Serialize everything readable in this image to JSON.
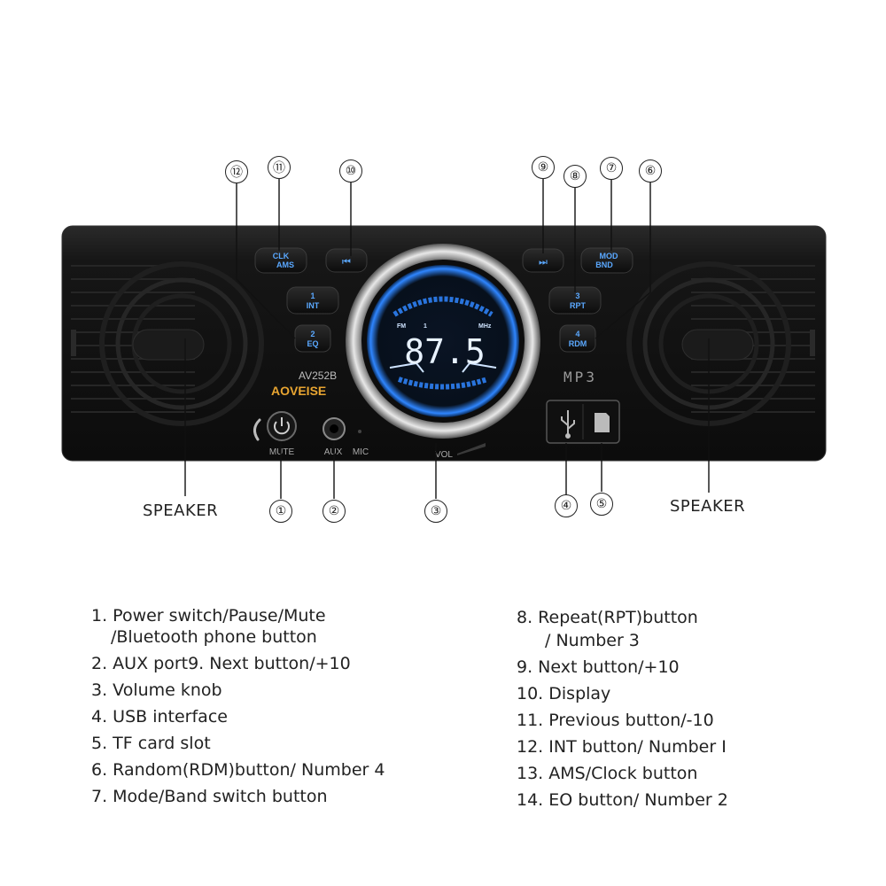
{
  "device": {
    "model": "AV252B",
    "brand": "AOVEISE",
    "mp3_logo": "MP3",
    "display": {
      "band": "FM",
      "preset": "1",
      "unit": "MHz",
      "frequency": "87.5"
    },
    "buttons": {
      "clk_ams": [
        "CLK",
        "AMS"
      ],
      "prev": "⏮",
      "next": "⏭",
      "mod_bnd": [
        "MOD",
        "BND"
      ],
      "int": [
        "1",
        "INT"
      ],
      "eq": [
        "2",
        "EQ"
      ],
      "rpt": [
        "3",
        "RPT"
      ],
      "rdm": [
        "4",
        "RDM"
      ]
    },
    "panel_labels": {
      "mute": "MUTE",
      "aux": "AUX",
      "mic": "MIC",
      "vol": "VOL"
    },
    "colors": {
      "body": "#121212",
      "display_blue": "#2f86ff",
      "button_text": "#5aa8ff",
      "brand_gold": "#e8a531"
    }
  },
  "callouts": [
    "①",
    "②",
    "③",
    "④",
    "⑤",
    "⑥",
    "⑦",
    "⑧",
    "⑨",
    "⑩",
    "⑪",
    "⑫"
  ],
  "labels": {
    "speaker_left": "SPEAKER",
    "speaker_right": "SPEAKER"
  },
  "legend_left": [
    {
      "text": "1. Power switch/Pause/Mute",
      "cont": "/Bluetooth phone button"
    },
    {
      "text": "2. AUX port9. Next button/+10"
    },
    {
      "text": "3. Volume knob"
    },
    {
      "text": "4. USB interface"
    },
    {
      "text": "5. TF card slot"
    },
    {
      "text": "6. Random(RDM)button/ Number 4"
    },
    {
      "text": "7. Mode/Band switch button"
    }
  ],
  "legend_right": [
    {
      "text": "8. Repeat(RPT)button",
      "cont": "/ Number 3"
    },
    {
      "text": "9. Next button/+10"
    },
    {
      "text": "10. Display"
    },
    {
      "text": "11. Previous button/-10"
    },
    {
      "text": "12. INT button/ Number I"
    },
    {
      "text": "13. AMS/Clock button"
    },
    {
      "text": "14. EO button/ Number 2"
    }
  ]
}
